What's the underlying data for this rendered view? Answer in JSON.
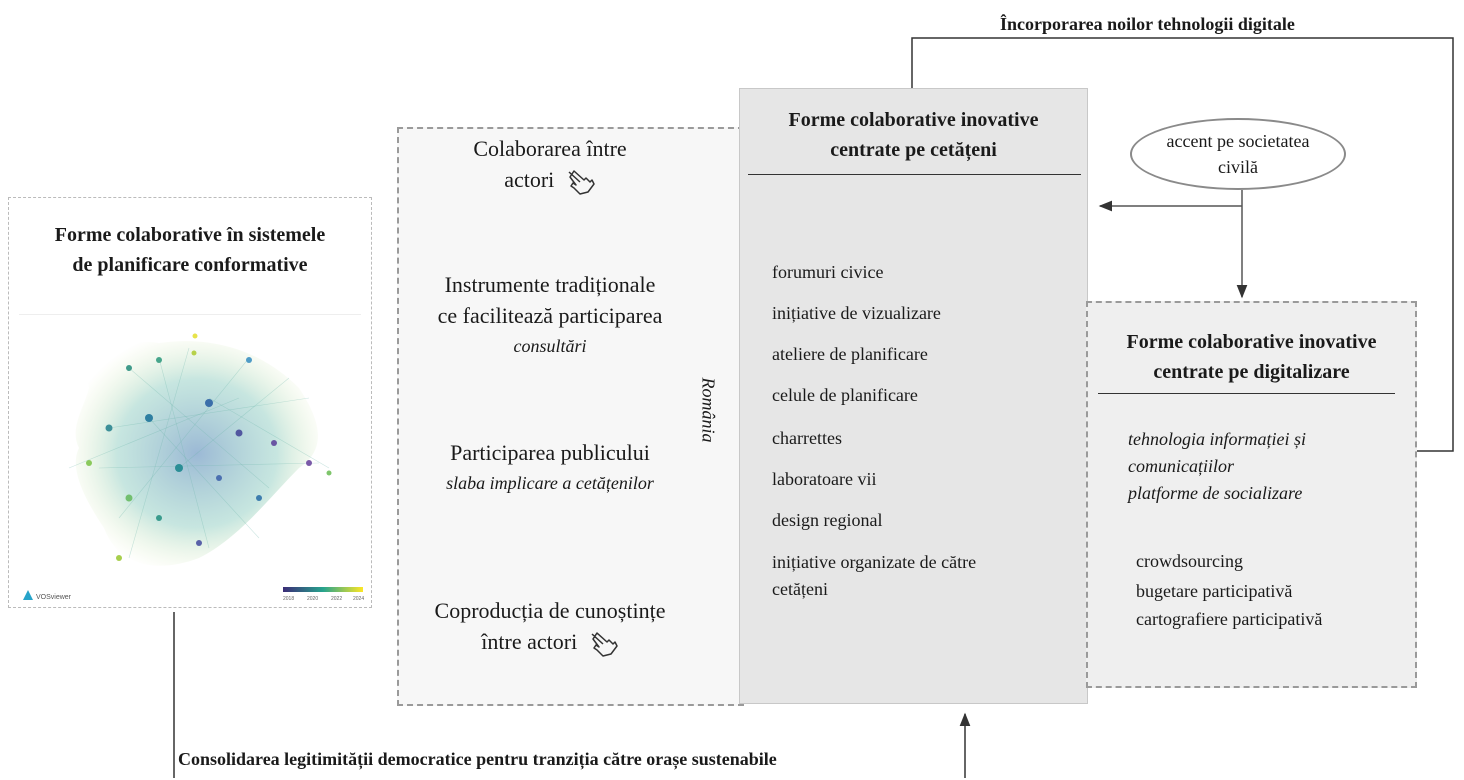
{
  "top_label": "Încorporarea noilor tehnologii digitale",
  "bottom_label": "Consolidarea legitimității democratice pentru tranziția către orașe sustenabile",
  "left_box": {
    "title_line1": "Forme colaborative în sistemele",
    "title_line2": "de planificare conformative",
    "network_brand": "VOSviewer",
    "legend_ticks": [
      "2018",
      "2020",
      "2022",
      "2024"
    ],
    "colors": {
      "scale_start": "#3b2c77",
      "scale_mid": "#27a38d",
      "scale_end": "#fde725"
    }
  },
  "middle_box": {
    "item1_line1": "Colaborarea între",
    "item1_line2": "actori",
    "item2_line1": "Instrumente tradiționale",
    "item2_line2": "ce facilitează participarea",
    "item2_sub": "consultări",
    "item3_line1": "Participarea publicului",
    "item3_sub": "slaba implicare a cetățenilor",
    "item4_line1": "Coproducția de cunoștințe",
    "item4_line2": "între actori",
    "vertical_label": "România",
    "hand_icon": "pointing-hand-icon"
  },
  "center_box": {
    "title_line1": "Forme colaborative inovative",
    "title_line2": "centrate pe cetățeni",
    "items": [
      "forumuri civice",
      "inițiative de vizualizare",
      "ateliere de planificare",
      "celule de planificare",
      "charrettes",
      "laboratoare vii",
      "design regional",
      "inițiative organizate de către",
      "cetățeni"
    ]
  },
  "oval": {
    "line1": "accent pe societatea",
    "line2": "civilă"
  },
  "right_box": {
    "title_line1": "Forme colaborative inovative",
    "title_line2": "centrate pe digitalizare",
    "italic_items": [
      "tehnologia informației și",
      "comunicațiilor",
      "platforme de socializare"
    ],
    "items": [
      "crowdsourcing",
      "bugetare participativă",
      "cartografiere participativă"
    ]
  },
  "colors": {
    "center_fill": "#e6e6e6",
    "right_fill": "#efefef",
    "line": "#333333"
  }
}
